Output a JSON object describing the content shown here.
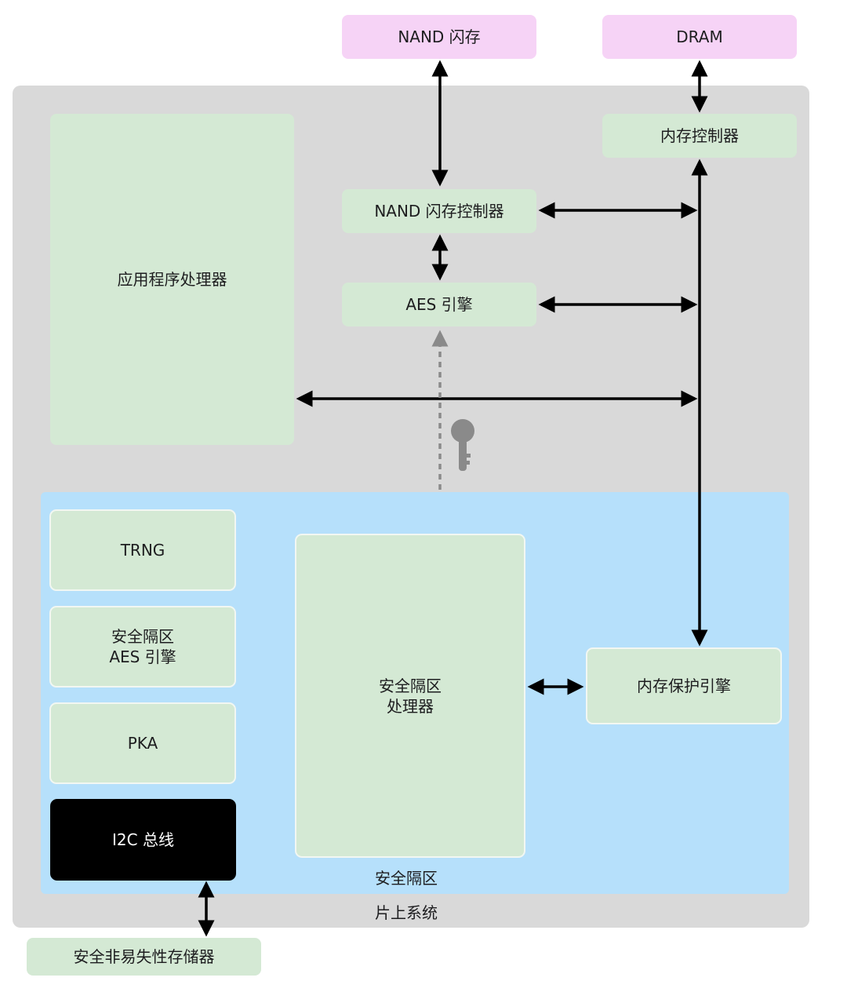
{
  "blocks": {
    "nand_flash": "NAND 闪存",
    "dram": "DRAM",
    "memory_controller": "内存控制器",
    "app_processor": "应用程序处理器",
    "nand_controller": "NAND 闪存控制器",
    "aes_engine": "AES 引擎",
    "trng": "TRNG",
    "enclave_aes": "安全隔区\nAES 引擎",
    "pka": "PKA",
    "i2c_bus": "I2C 总线",
    "enclave_processor": "安全隔区\n处理器",
    "memory_protection_engine": "内存保护引擎",
    "secure_nvm": "安全非易失性存储器"
  },
  "regions": {
    "secure_enclave": "安全隔区",
    "soc": "片上系统"
  },
  "icons": {
    "key": "key-icon"
  },
  "colors": {
    "external_memory": "#f6d3f6",
    "component": "#d4e9d4",
    "soc_background": "#d9d9d9",
    "enclave_background": "#b6e0fb",
    "i2c_bus": "#000000"
  }
}
